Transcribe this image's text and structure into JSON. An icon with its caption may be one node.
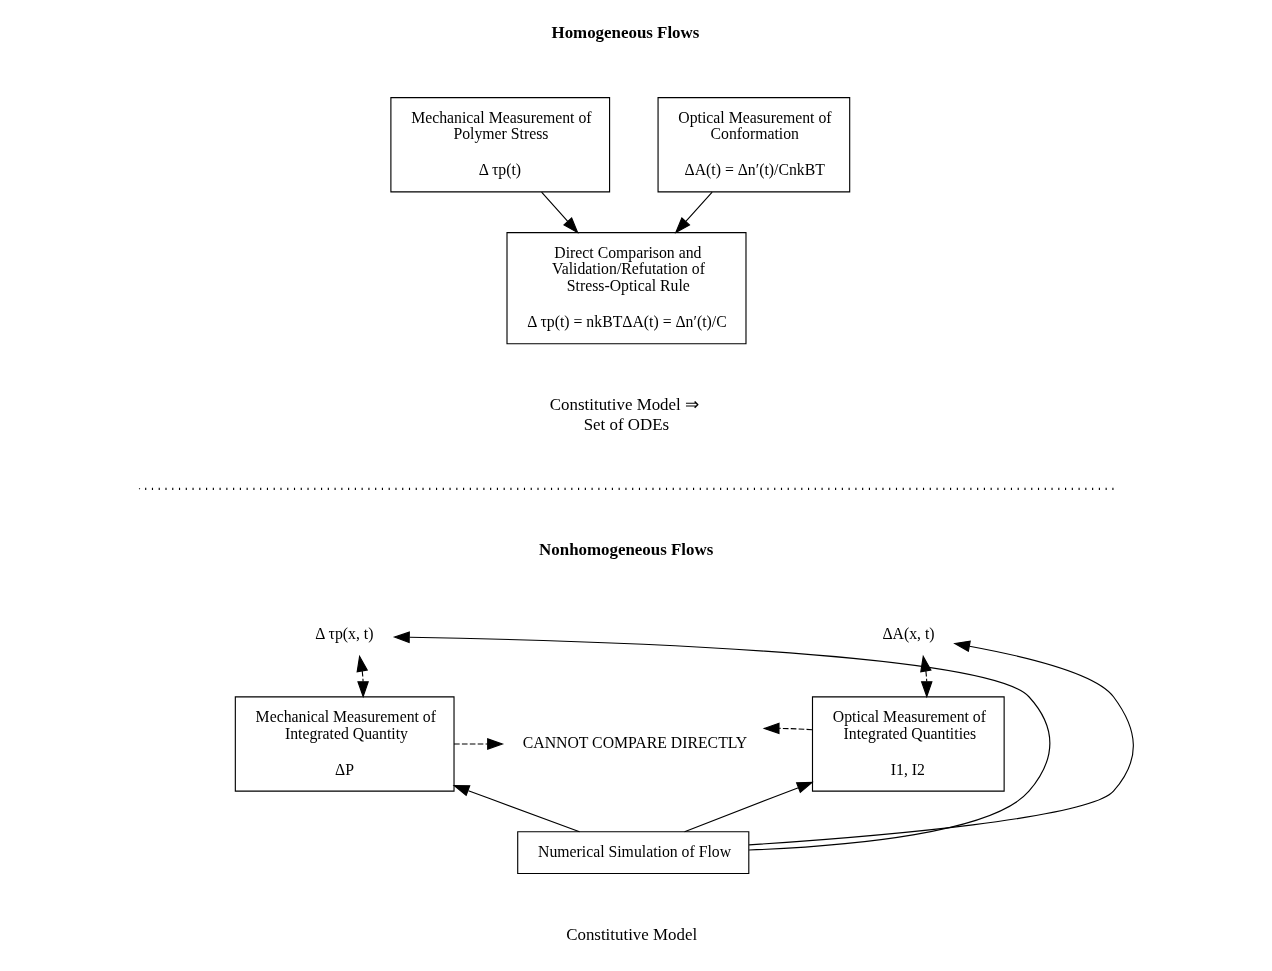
{
  "diagram": {
    "nodes": [
      {
        "text": [
          "Mechanical Measurement of Polymer Stress",
          "Δ τp(t)"
        ]
      },
      {
        "text": [
          "Optical Measurement of Conformation",
          "ΔA(t) = Δn′(t)/CnkBT"
        ]
      },
      {
        "text": [
          "Direct Comparison and Validation/Refutation of Stress-Optical Rule",
          "Δ τp(t) = nkBTΔA(t) = Δn′(t)/C"
        ]
      },
      {
        "text": [
          "Δ τp(x, t)"
        ]
      },
      {
        "text": [
          "ΔA(x, t)"
        ]
      },
      {
        "text": [
          "Mechanical Measurement of Integrated Quantity",
          "ΔP"
        ]
      },
      {
        "text": [
          "CANNOT COMPARE DIRECTLY"
        ]
      },
      {
        "text": [
          "Optical Measurement of Integrated Quantities",
          "I1, I2"
        ]
      },
      {
        "text": [
          "Numerical Simulation of Flow"
        ]
      }
    ],
    "edges": [
      {
        "from": 0,
        "to": 2,
        "arrow": "to"
      },
      {
        "from": 1,
        "to": 2,
        "arrow": "to"
      },
      {
        "from": 3,
        "to": 5,
        "arrow": "both",
        "style": "dashed"
      },
      {
        "from": 4,
        "to": 7,
        "arrow": "both",
        "style": "dashed"
      },
      {
        "from": 5,
        "to": 6,
        "arrow": "to",
        "style": "dashed"
      },
      {
        "from": 7,
        "to": 6,
        "arrow": "to",
        "style": "dashed"
      },
      {
        "from": 8,
        "to": 5,
        "arrow": "to"
      },
      {
        "from": 8,
        "to": 7,
        "arrow": "to"
      },
      {
        "from": 8,
        "to": 3,
        "arrow": "to"
      },
      {
        "from": 8,
        "to": 4,
        "arrow": "to"
      }
    ],
    "labels": [
      "Homogeneous Flows",
      "Constitutive Model ⇒ Set of ODEs",
      "Nonhomogeneous Flows",
      "Constitutive Model"
    ]
  }
}
